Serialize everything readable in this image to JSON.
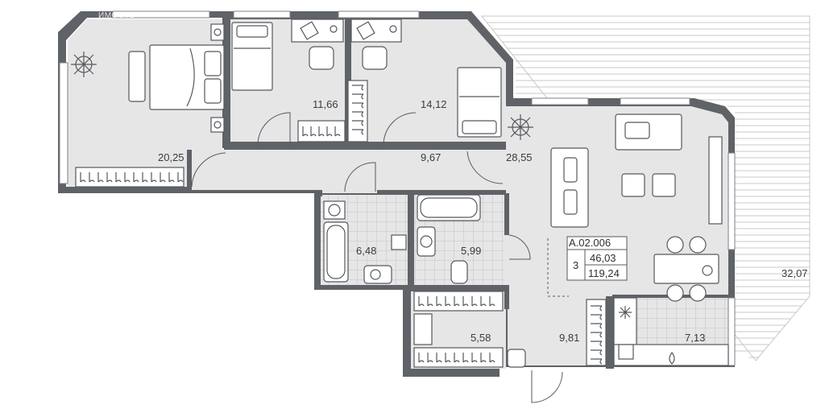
{
  "watermark": "ИМОСТЬ",
  "apartment": {
    "code": "А.02.006",
    "rooms_count": "3",
    "living_area": "46,03",
    "total_area": "119,24"
  },
  "rooms": [
    {
      "id": "bedroom-master",
      "area": "20,25"
    },
    {
      "id": "bedroom-small",
      "area": "11,66"
    },
    {
      "id": "bedroom-middle",
      "area": "14,12"
    },
    {
      "id": "hallway",
      "area": "9,67"
    },
    {
      "id": "living-room",
      "area": "28,55"
    },
    {
      "id": "bathroom-left",
      "area": "6,48"
    },
    {
      "id": "bathroom-right",
      "area": "5,99"
    },
    {
      "id": "wardrobe",
      "area": "5,58"
    },
    {
      "id": "entrance-hall",
      "area": "9,81"
    },
    {
      "id": "kitchen",
      "area": "7,13"
    },
    {
      "id": "terrace",
      "area": "32,07"
    }
  ]
}
